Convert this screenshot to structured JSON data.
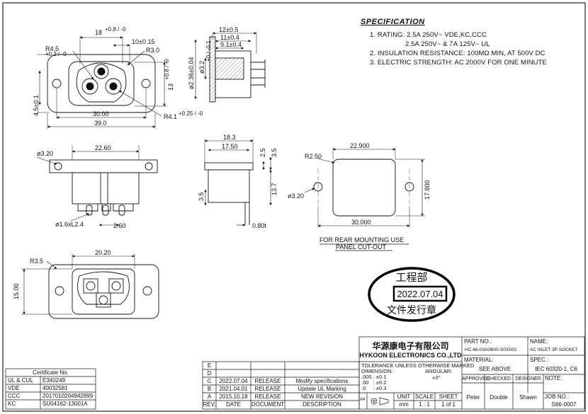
{
  "specification": {
    "title": "SPECIFICATION",
    "lines": [
      "1. RATING: 2.5A 250V~ VDE,KC,CCC",
      "2.5A 250V~ & 7A 125V~ UL",
      "2. INSULATION RESISTANCE: 100MΩ MIN, AT 500V DC",
      "3. ELECTRIC STRENGTH: AC 2000V FOR ONE MINUTE"
    ]
  },
  "front_view": {
    "dim_width_top": "18",
    "dim_width_top_tol": "+0.8 / -0",
    "dim_10": "10±0.15",
    "dim_r45": "R4.5",
    "dim_r45_tol": "+0.2 / -0",
    "dim_r30": "R3.0",
    "dim_height": "4.5±0.1",
    "dim_13": "13",
    "dim_13_tol": "+0.8 / -0",
    "dim_30": "30.00",
    "dim_39": "39.0",
    "dim_r41": "R4.1",
    "dim_r41_tol": "+0.25 / -0"
  },
  "side_view_top": {
    "dim_12": "12±0.5",
    "dim_11": "11±0.4",
    "dim_91": "9.1±0.4",
    "dim_236": "ø2.36±0.04",
    "dim_32": "ø3.2",
    "dim_32_tol": "+0 / -0.1"
  },
  "bottom_front": {
    "dim_320": "ø3.20",
    "dim_2260": "22.60",
    "dim_pin": "ø1.6xL2.4",
    "dim_260": "2.60"
  },
  "side_view_bottom": {
    "dim_183": "18.3",
    "dim_1750": "17.50",
    "dim_25": "2.5",
    "dim_35a": "3.5",
    "dim_137": "13.7",
    "dim_35b": "3.5",
    "dim_080": "0.80t"
  },
  "panel_cutout": {
    "dim_r250": "R2.50",
    "dim_22900": "22.900",
    "dim_320": "ø3.20",
    "dim_17800": "17.800",
    "dim_30000": "30.000",
    "caption_1": "FOR REAR MOUNTING USE",
    "caption_2": "PANEL CUT-OUT"
  },
  "rear_view": {
    "dim_r35": "R3.5",
    "dim_2020": "20.20",
    "dim_1500": "15.00"
  },
  "stamp": {
    "top": "工程部",
    "date": "2022.07.04",
    "bottom": "文件发行章"
  },
  "certificates": {
    "header": "Certificate No.",
    "rows": [
      [
        "UL & CUL",
        "E340249"
      ],
      [
        "VDE",
        "40032581"
      ],
      [
        "CCC",
        "2017010204942899"
      ],
      [
        "KC",
        "SU04162-13001A"
      ]
    ]
  },
  "revisions": {
    "rows": [
      [
        "E",
        "",
        "",
        ""
      ],
      [
        "D",
        "",
        "",
        ""
      ],
      [
        "C",
        "2022.07.04",
        "RELEASE",
        "Modify specifications"
      ],
      [
        "B",
        "2021.04.01",
        "RELEASE",
        "Update UL Marking"
      ],
      [
        "A",
        "2015.10.18",
        "RELEASE",
        "NEW REVISION"
      ]
    ],
    "headers": [
      "REV.",
      "DATE",
      "DOCUMENT",
      "DESCRIPTION"
    ]
  },
  "title_block": {
    "company_cn": "华源康电子有限公司",
    "company_en": "HYKOON ELECTRONICS CO.,LTD",
    "tolerance_title": "TOLERANCE UNLESS OTHERWISE MARKED",
    "dimension_label": "DIMENSION:",
    "angular_label": "ANGULAR:",
    "tol_rows": [
      ".000 : ±0.1",
      ".00   : ±0.2",
      ".0     : ±0.3"
    ],
    "angular_value": "±3°",
    "unit_label": "UNIT",
    "unit_value": "mm",
    "scale_label": "SCALE",
    "scale_value": "1 : 1",
    "sheet_label": "SHEET",
    "sheet_value": "1 of 1",
    "part_no_label": "PART NO.:",
    "part_no_value": "HC-66-03A0B00-S03S03",
    "name_label": "NAME:",
    "name_value": "AC INLET 3P SOCKET",
    "material_label": "MATERIAL:",
    "material_value": "SEE ABOVE",
    "spec_label": "SPEC.:",
    "spec_value": "IEC 60320-1, C6",
    "approved_label": "APPROVED",
    "checked_label": "CHECKED",
    "designer_label": "DESIGNER",
    "note_label": "NOTE:",
    "approved_value": "Peter",
    "checked_value": "Double",
    "designer_value": "Shawn",
    "job_no_label": "JOB NO.:",
    "job_no_value": "S66-0007",
    "a4_label": "A4"
  }
}
